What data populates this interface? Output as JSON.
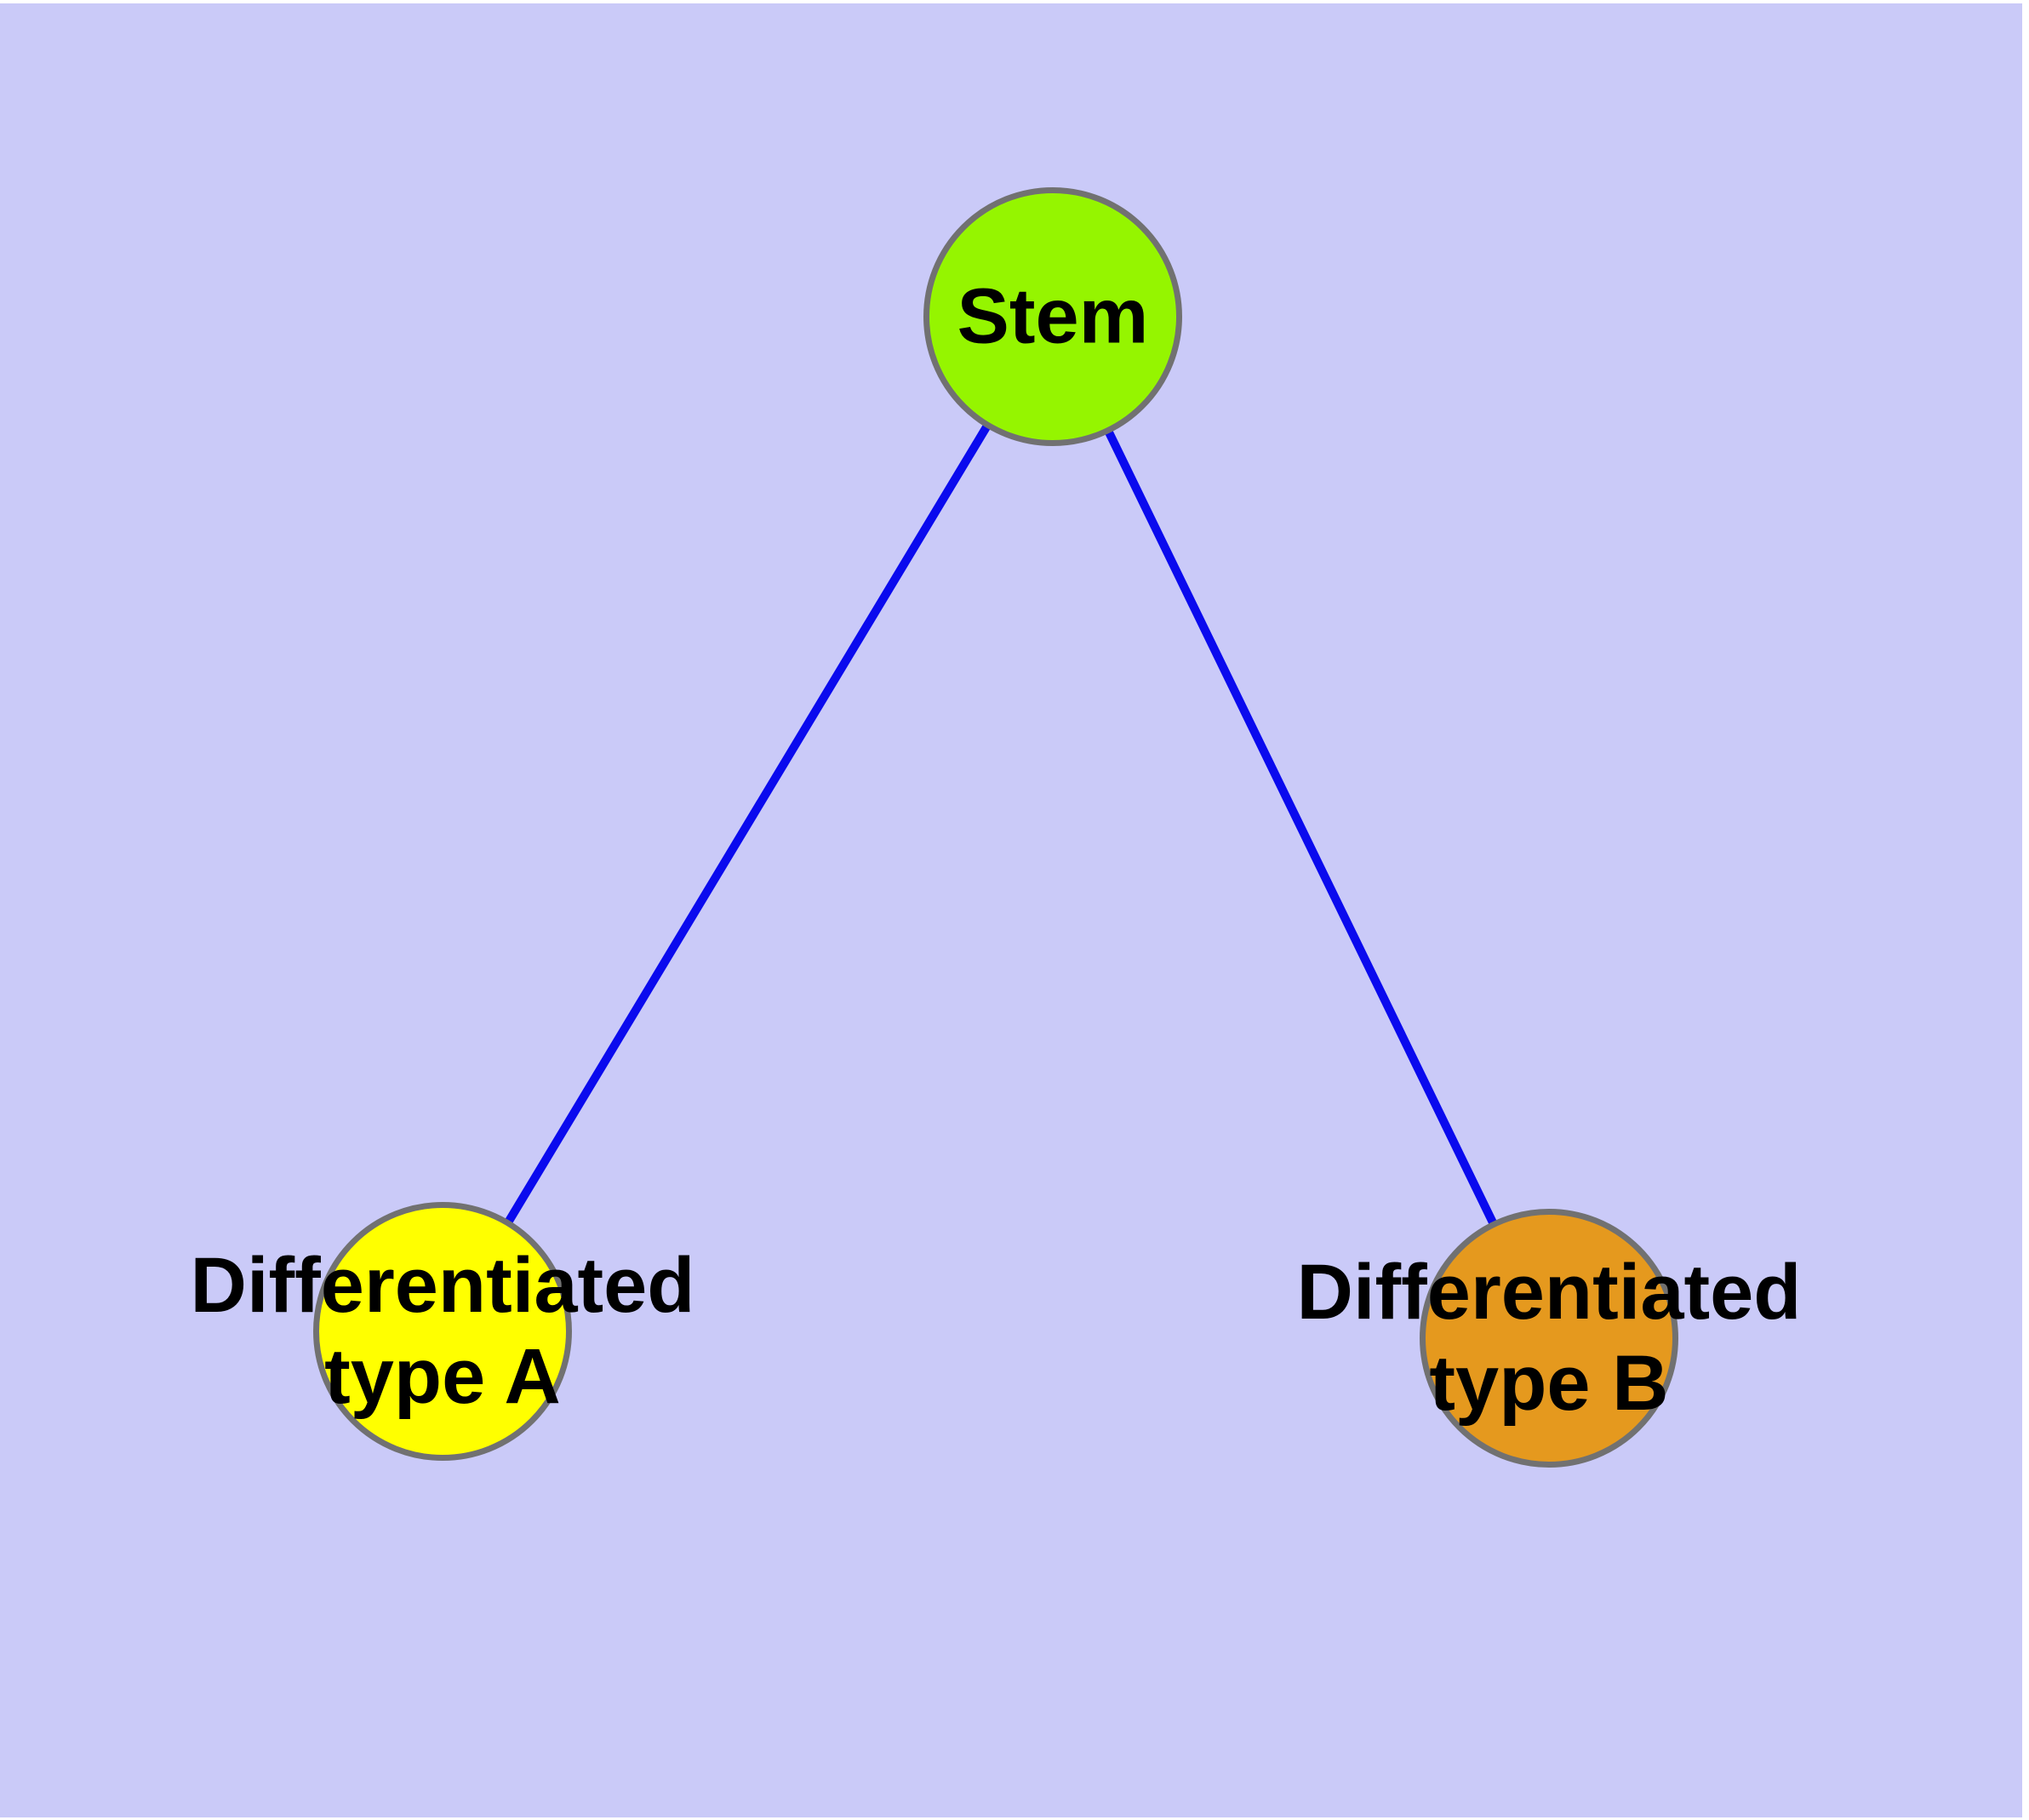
{
  "diagram": {
    "background_color": "#CACAF8",
    "margin_color": "#FFFFFF",
    "edge_color": "#0A0AEE",
    "node_border_color": "#717171",
    "text_color": "#000000",
    "nodes": {
      "stem": {
        "label": "Stem",
        "fill": "#95F500"
      },
      "type_a": {
        "label_line1": "Differentiated",
        "label_line2": "type A",
        "fill": "#FFFF00"
      },
      "type_b": {
        "label_line1": "Differentiated",
        "label_line2": "type B",
        "fill": "#E5991E"
      }
    },
    "edges": [
      {
        "from": "stem",
        "to": "type_a"
      },
      {
        "from": "stem",
        "to": "type_b"
      }
    ]
  }
}
